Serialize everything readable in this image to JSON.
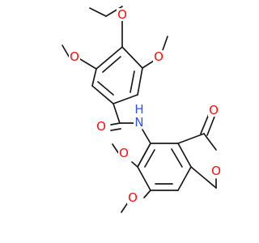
{
  "molecule": {
    "atoms": [
      {
        "id": "O1",
        "symbol": "O",
        "color": "#ff0d0d"
      },
      {
        "id": "O2",
        "symbol": "O",
        "color": "#ff0d0d"
      },
      {
        "id": "O3",
        "symbol": "O",
        "color": "#ff0d0d"
      },
      {
        "id": "O4",
        "symbol": "O",
        "color": "#ff0d0d"
      },
      {
        "id": "N1",
        "symbol": "N",
        "color": "#3050f8"
      },
      {
        "id": "H1",
        "symbol": "H",
        "color": "#3050f8"
      },
      {
        "id": "O5",
        "symbol": "O",
        "color": "#ff0d0d"
      },
      {
        "id": "O6",
        "symbol": "O",
        "color": "#ff0d0d"
      },
      {
        "id": "O7",
        "symbol": "O",
        "color": "#ff0d0d"
      },
      {
        "id": "O8",
        "symbol": "O",
        "color": "#ff0d0d"
      }
    ],
    "bond_color": "#1a1a1a"
  }
}
